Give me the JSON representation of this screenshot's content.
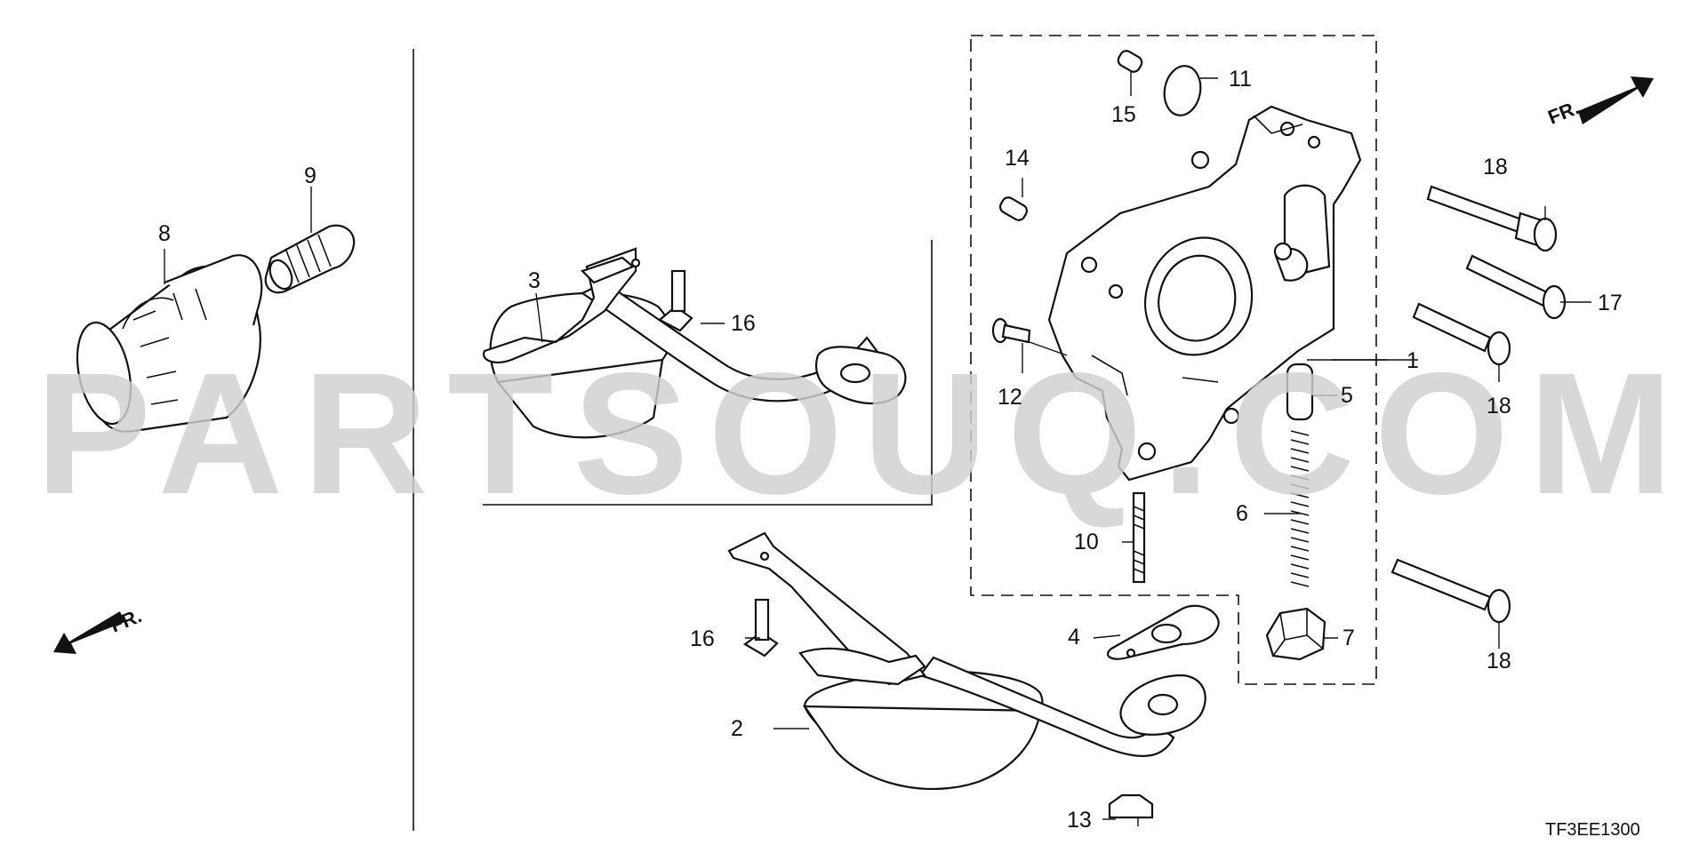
{
  "diagram": {
    "watermark": "PARTSOUQ.COM",
    "code": "TF3EE1300",
    "direction_label": "FR.",
    "callouts": [
      {
        "id": "c1",
        "text": "1"
      },
      {
        "id": "c2",
        "text": "2"
      },
      {
        "id": "c3",
        "text": "3"
      },
      {
        "id": "c4",
        "text": "4"
      },
      {
        "id": "c5",
        "text": "5"
      },
      {
        "id": "c6",
        "text": "6"
      },
      {
        "id": "c7",
        "text": "7"
      },
      {
        "id": "c8",
        "text": "8"
      },
      {
        "id": "c9",
        "text": "9"
      },
      {
        "id": "c10",
        "text": "10"
      },
      {
        "id": "c11",
        "text": "11"
      },
      {
        "id": "c12",
        "text": "12"
      },
      {
        "id": "c13",
        "text": "13"
      },
      {
        "id": "c14",
        "text": "14"
      },
      {
        "id": "c15",
        "text": "15"
      },
      {
        "id": "c16a",
        "text": "16"
      },
      {
        "id": "c16b",
        "text": "16"
      },
      {
        "id": "c17",
        "text": "17"
      },
      {
        "id": "c18a",
        "text": "18"
      },
      {
        "id": "c18b",
        "text": "18"
      },
      {
        "id": "c18c",
        "text": "18"
      }
    ]
  }
}
